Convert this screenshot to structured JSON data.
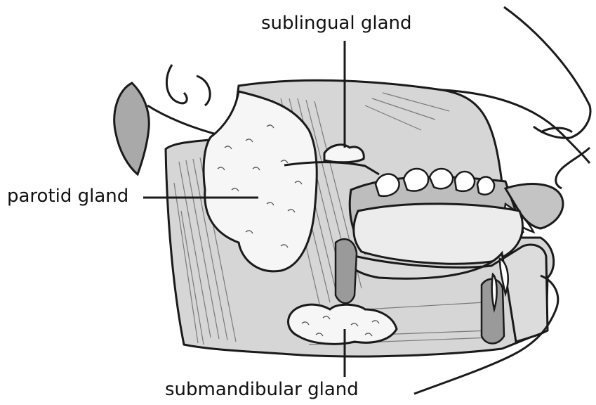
{
  "labels": {
    "sublingual": "sublingual gland",
    "parotid": "parotid gland",
    "submandibular": "submandibular gland"
  },
  "colors": {
    "outline": "#1a1a1a",
    "muscle": "#d6d6d6",
    "gland": "#f6f6f6",
    "cavity": "#bdbdbd",
    "fur": "#a9a9a9"
  }
}
